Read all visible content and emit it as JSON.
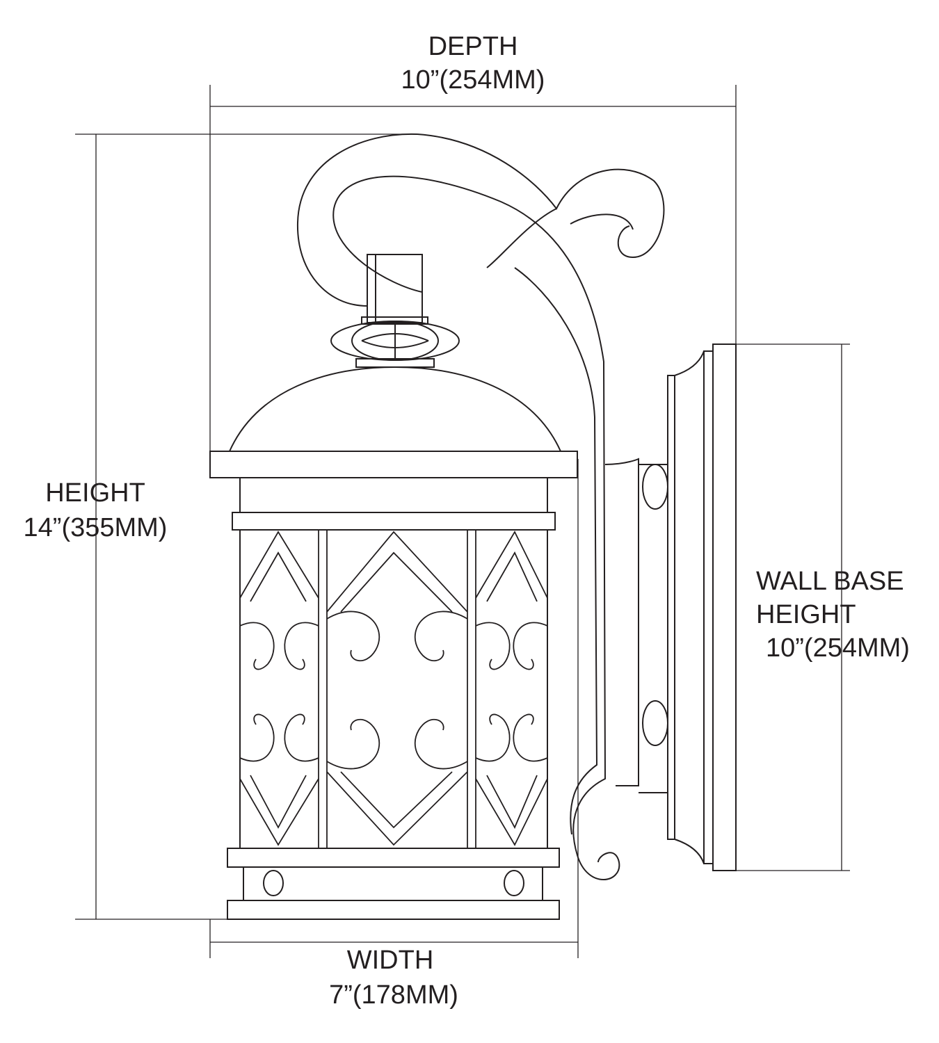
{
  "depth": {
    "label": "DEPTH",
    "value": "10”(254MM)"
  },
  "height": {
    "label": "HEIGHT",
    "value": "14”(355MM)"
  },
  "width": {
    "label": "WIDTH",
    "value": "7”(178MM)"
  },
  "wall_base": {
    "label_line1": "WALL BASE",
    "label_line2": "HEIGHT",
    "value": "10”(254MM)"
  },
  "colors": {
    "ink": "#231f20",
    "background": "#ffffff"
  }
}
